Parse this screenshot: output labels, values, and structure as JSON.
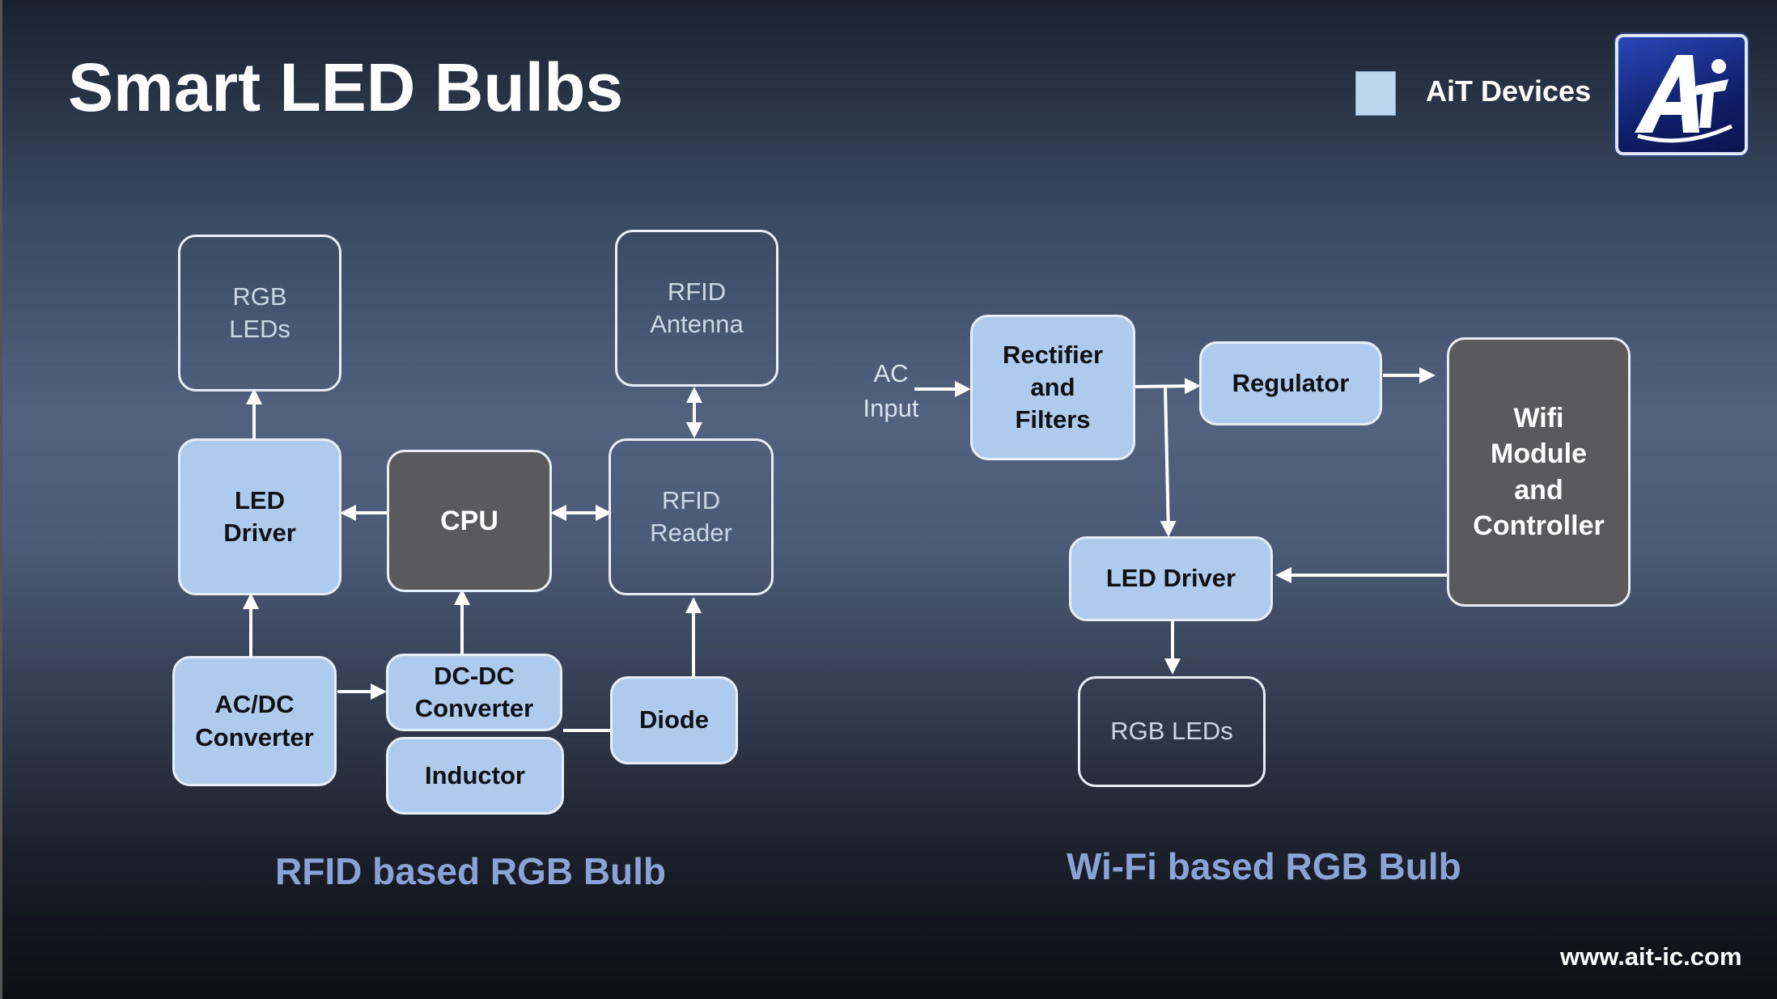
{
  "slide": {
    "title": "Smart LED Bulbs",
    "brand": "AiT Devices",
    "logo_text": "Ai",
    "footer_url": "www.ait-ic.com"
  },
  "rfid_diagram": {
    "caption": "RFID based RGB Bulb",
    "boxes": {
      "rgb_leds": "RGB\nLEDs",
      "rfid_antenna": "RFID\nAntenna",
      "led_driver": "LED\nDriver",
      "cpu": "CPU",
      "rfid_reader": "RFID\nReader",
      "acdc_converter": "AC/DC\nConverter",
      "dcdc_converter": "DC-DC\nConverter",
      "diode": "Diode",
      "inductor": "Inductor"
    }
  },
  "wifi_diagram": {
    "caption": "Wi-Fi based RGB Bulb",
    "ac_input": "AC\nInput",
    "boxes": {
      "rectifier": "Rectifier\nand\nFilters",
      "regulator": "Regulator",
      "wifi_module": "Wifi\nModule\nand\nController",
      "led_driver": "LED Driver",
      "rgb_leds": "RGB LEDs"
    }
  },
  "colors": {
    "light_box": "#aecaed",
    "dark_box": "#5a5a5c",
    "caption": "#8aa2d6"
  }
}
